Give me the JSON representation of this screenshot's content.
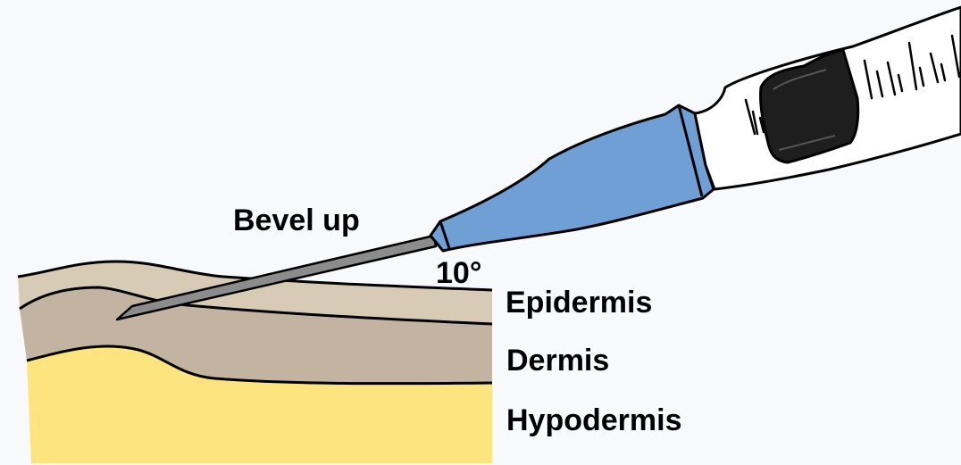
{
  "labels": {
    "bevel": "Bevel up",
    "angle": "10°",
    "epidermis": "Epidermis",
    "dermis": "Dermis",
    "hypodermis": "Hypodermis"
  },
  "colors": {
    "background": "#f8f9fa",
    "epidermis": "#d8cbb6",
    "dermis": "#c3b4a2",
    "hypodermis": "#fde47f",
    "hub": "#6f9fd4",
    "needle": "#8c8c8c",
    "plunger": "#1e1e1e"
  }
}
